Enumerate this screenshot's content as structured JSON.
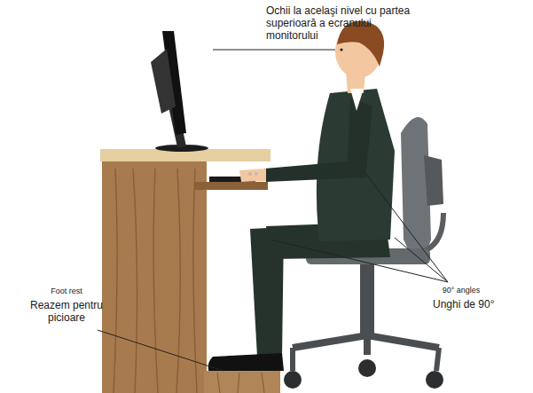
{
  "diagram": {
    "labels": [
      "Ochii la acelaşi nivel cu partea superioară a ecranului monitorului",
      "Foot rest",
      "Reazem pentru picioare",
      "90° angles",
      "Unghi de 90°"
    ]
  }
}
